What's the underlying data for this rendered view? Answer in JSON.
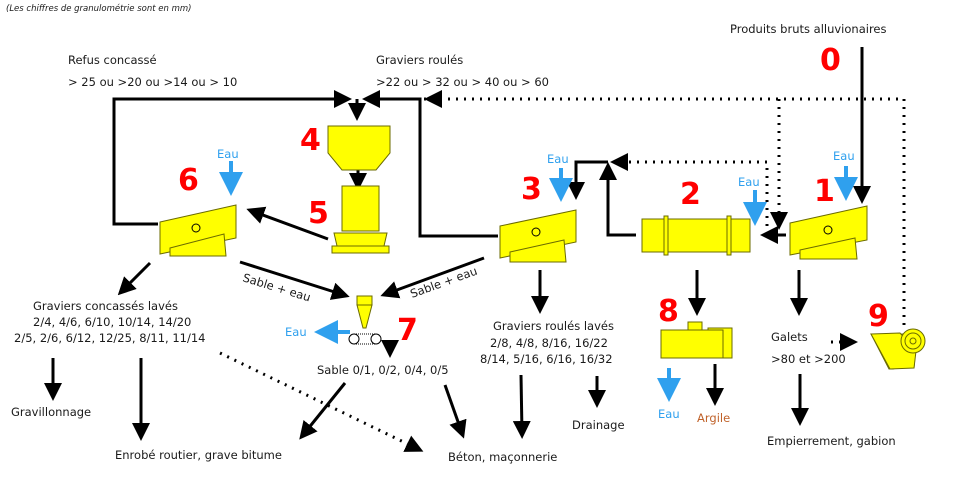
{
  "note": "(Les chiffres de granulométrie sont en mm)",
  "colors": {
    "machine": "#ffff00",
    "number": "#ff0000",
    "water": "#2fa0ee",
    "clay": "#c0622a",
    "line": "#000000"
  },
  "labels": {
    "refus_title": "Refus concassé",
    "refus_sizes": "> 25 ou >20 ou >14 ou > 10",
    "gravier_roule_title": "Graviers roulés",
    "gravier_roule_sizes": ">22 ou > 32 ou > 40 ou > 60",
    "produits_bruts": "Produits bruts alluvionaires",
    "sable_eau_left": "Sable + eau",
    "sable_eau_right": "Sable + eau",
    "concasses_title": "Graviers concassés lavés",
    "concasses_line1": "2/4, 4/6, 6/10, 10/14, 14/20",
    "concasses_line2": "2/5, 2/6, 6/12, 12/25, 8/11, 11/14",
    "sable_sizes": "Sable 0/1, 0/2, 0/4, 0/5",
    "roules_title": "Graviers roulés lavés",
    "roules_line1": "2/8, 4/8, 8/16, 16/22",
    "roules_line2": "8/14, 5/16, 6/16, 16/32",
    "galets_title": "Galets",
    "galets_sizes": ">80 et >200",
    "gravillonnage": "Gravillonnage",
    "enrobe": "Enrobé routier, grave bitume",
    "beton": "Béton, maçonnerie",
    "drainage": "Drainage",
    "empierrement": "Empierrement, gabion",
    "eau": "Eau",
    "argile": "Argile"
  },
  "steps": [
    "0",
    "1",
    "2",
    "3",
    "4",
    "5",
    "6",
    "7",
    "8",
    "9"
  ]
}
